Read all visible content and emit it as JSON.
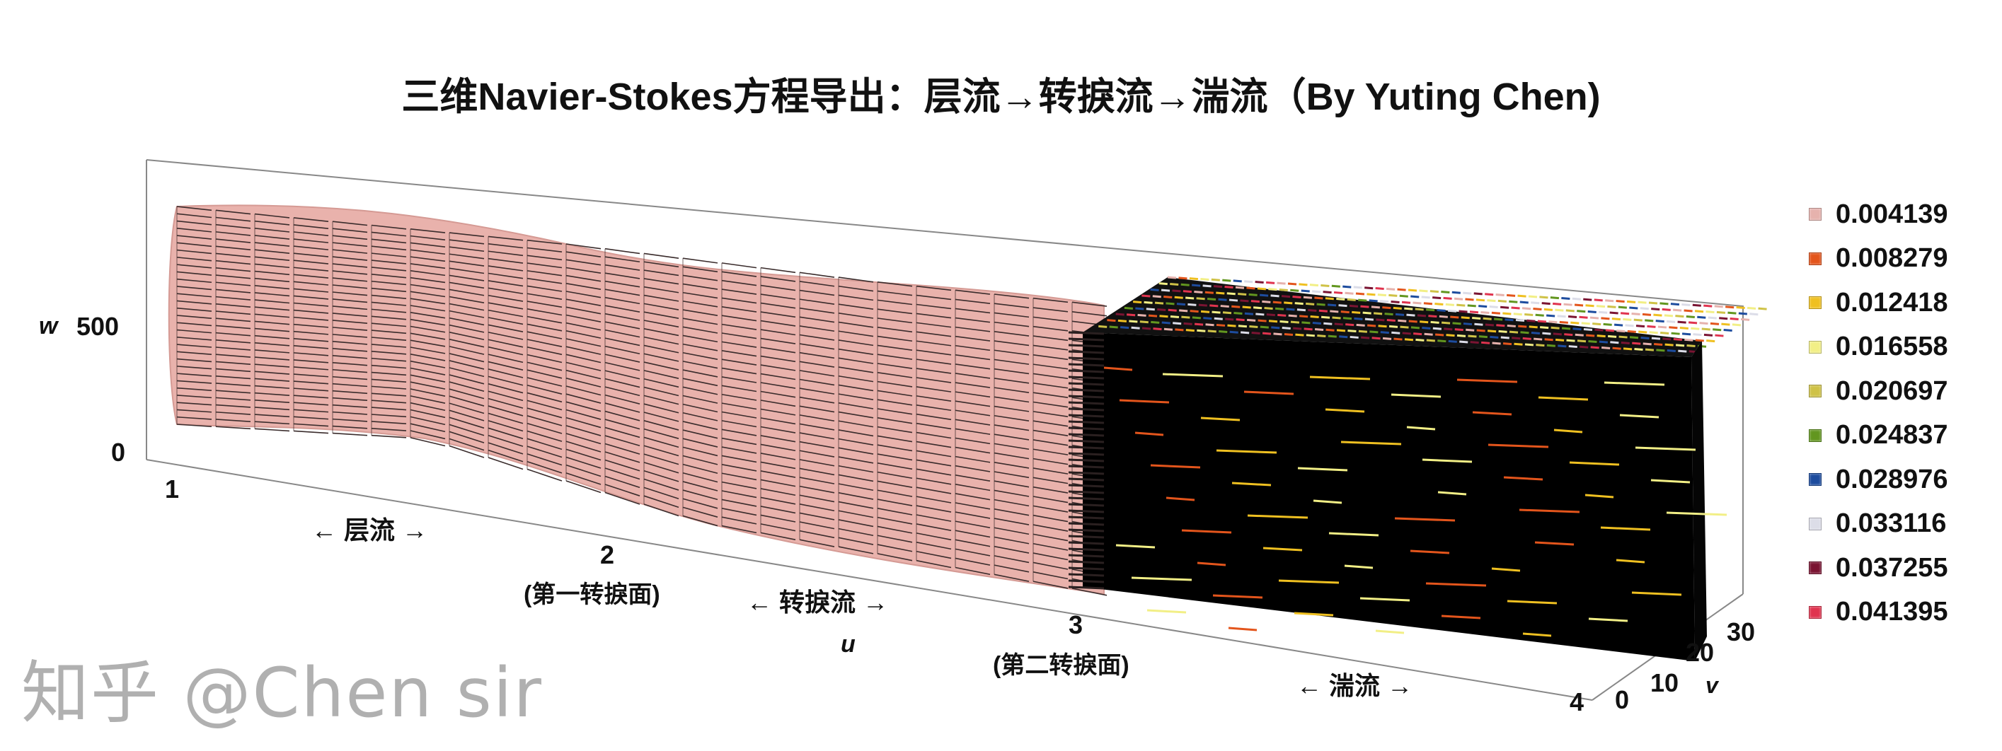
{
  "title": "三维Navier-Stokes方程导出：层流→转捩流→湍流（By Yuting Chen)",
  "chart_data": {
    "type": "vector3d",
    "title": "三维Navier-Stokes方程导出：层流→转捩流→湍流（By Yuting Chen)",
    "axes": {
      "u": {
        "label": "u",
        "ticks": [
          "1",
          "2",
          "3",
          "4"
        ],
        "range": [
          1,
          4
        ]
      },
      "v": {
        "label": "v",
        "ticks": [
          "0",
          "10",
          "20",
          "30"
        ],
        "range": [
          0,
          30
        ]
      },
      "w": {
        "label": "w",
        "ticks": [
          "0",
          "500"
        ]
      }
    },
    "annotations": {
      "laminar": "← 层流 →",
      "first_transition": "(第一转捩面)",
      "transition": "← 转捩流 →",
      "second_transition": "(第二转捩面)",
      "turbulent": "← 湍流 →"
    },
    "legend": {
      "placement": "right",
      "entries": [
        {
          "value": "0.004139",
          "color": "#e6b2ad"
        },
        {
          "value": "0.008279",
          "color": "#e3551c"
        },
        {
          "value": "0.012418",
          "color": "#efc021"
        },
        {
          "value": "0.016558",
          "color": "#f2ef86"
        },
        {
          "value": "0.020697",
          "color": "#cfc247"
        },
        {
          "value": "0.024837",
          "color": "#62961f"
        },
        {
          "value": "0.028976",
          "color": "#1d4c9e"
        },
        {
          "value": "0.033116",
          "color": "#dcdde8"
        },
        {
          "value": "0.037255",
          "color": "#7a1432"
        },
        {
          "value": "0.041395",
          "color": "#e0344f"
        }
      ]
    },
    "grid": false
  },
  "watermark": "知乎 @Chen sir"
}
